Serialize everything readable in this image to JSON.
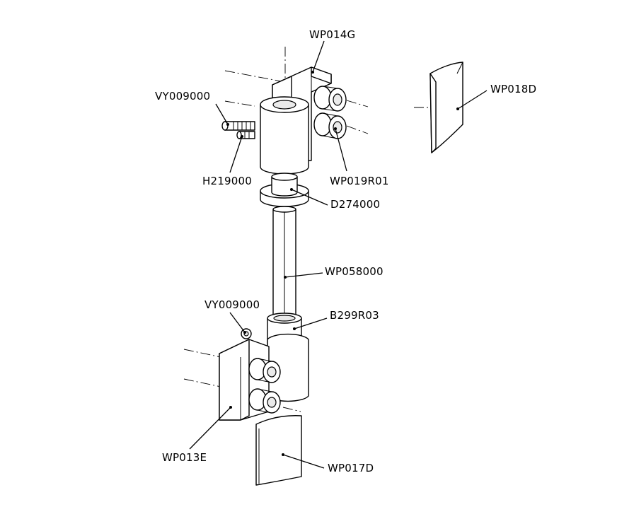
{
  "labels": {
    "wp014g": "WP014G",
    "wp018d": "WP018D",
    "vy009000_top": "VY009000",
    "wp019r01": "WP019R01",
    "h219000": "H219000",
    "d274000": "D274000",
    "wp058000": "WP058000",
    "vy009000_bottom": "VY009000",
    "b299r03": "B299R03",
    "wp013e": "WP013E",
    "wp017d": "WP017D"
  }
}
